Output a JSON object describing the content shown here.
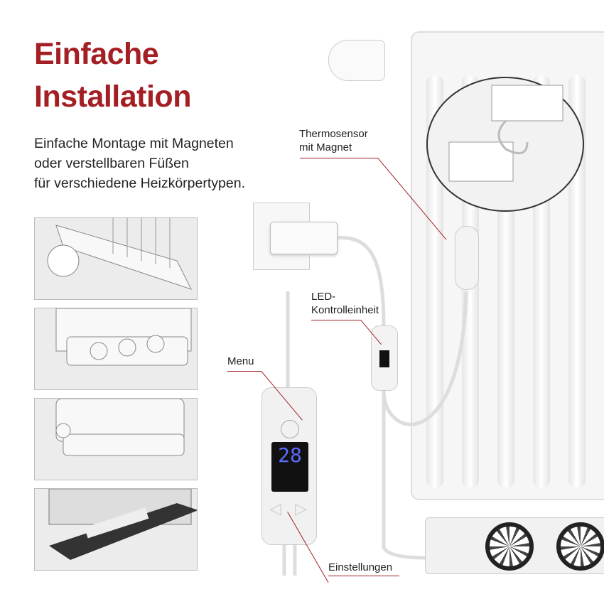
{
  "title": {
    "line1": "Einfache",
    "line2": "Installation"
  },
  "description": [
    "Einfache Montage mit Magneten",
    "oder verstellbaren Füßen",
    "für verschiedene Heizkörpertypen."
  ],
  "labels": {
    "thermosensor": [
      "Thermosensor",
      "mit Magnet"
    ],
    "led_unit": [
      "LED-",
      "Kontrolleinheit"
    ],
    "menu": "Menu",
    "settings": "Einstellungen"
  },
  "display_value": "28",
  "colors": {
    "accent": "#a31f24",
    "display": "#5b6cff"
  },
  "install_panels": [
    "magnet-mount",
    "panel-radiator-feet",
    "column-radiator-feet",
    "floor-convector"
  ]
}
